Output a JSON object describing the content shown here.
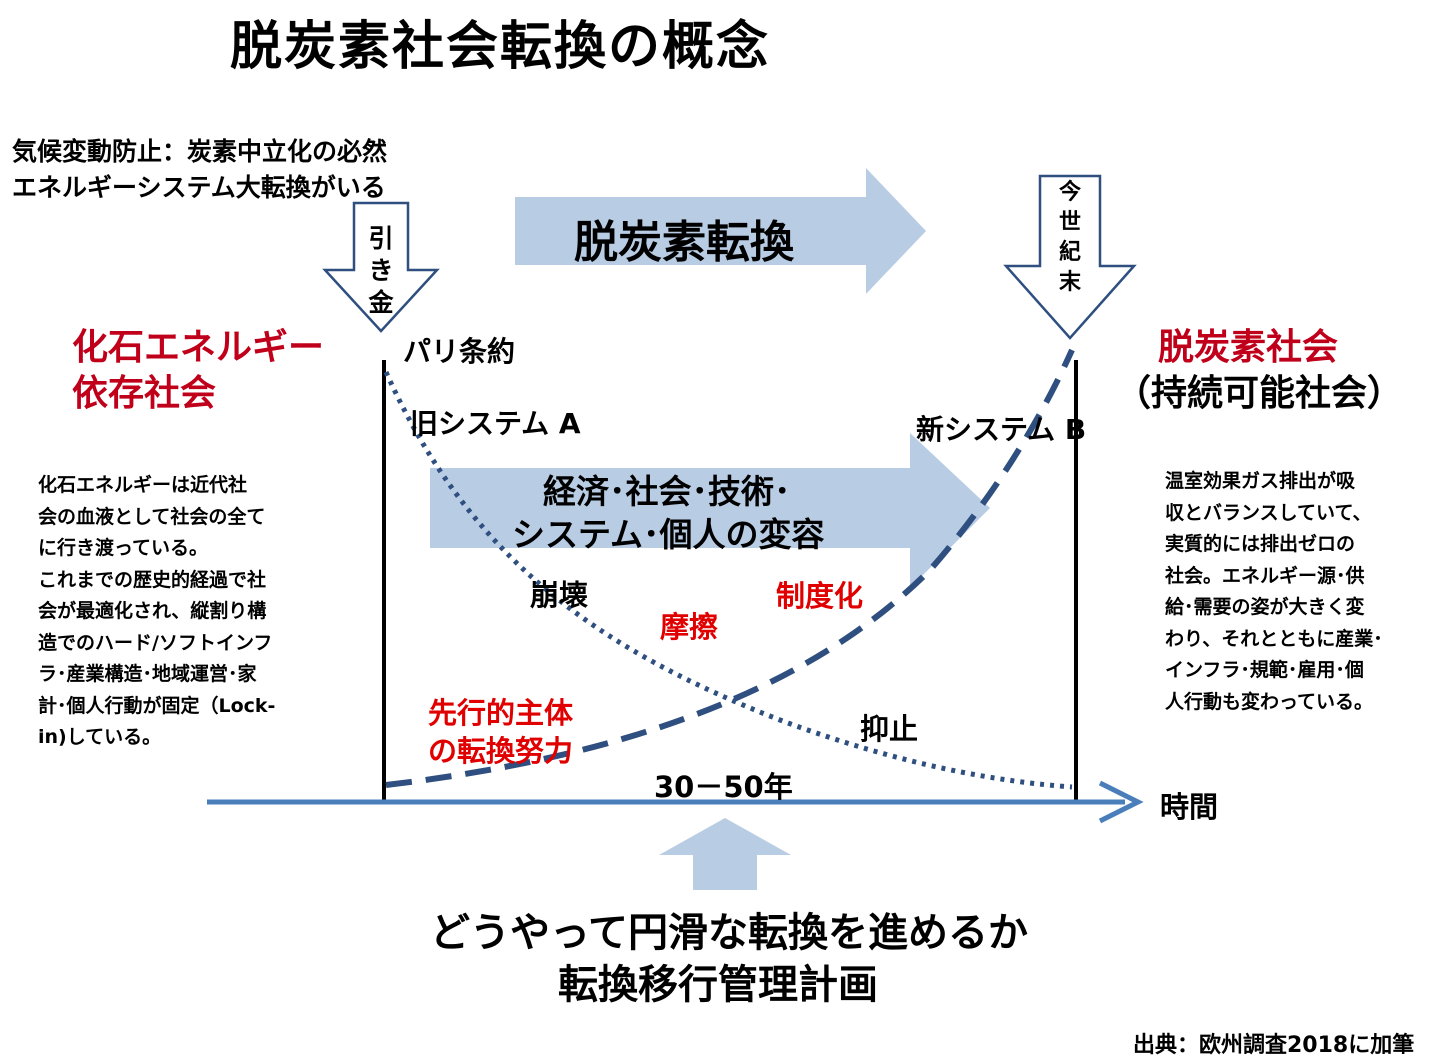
{
  "title": "脱炭素社会転換の概念",
  "intro": {
    "line1": "気候変動防止：炭素中立化の必然",
    "line2": "エネルギーシステム大転換がいる"
  },
  "trigger_arrow": [
    "引",
    "き",
    "金"
  ],
  "century_arrow": [
    "今",
    "世",
    "紀",
    "末"
  ],
  "top_arrow_label": "脱炭素転換",
  "left_society": {
    "line1": "化石エネルギー",
    "line2": "依存社会"
  },
  "right_society": {
    "line1": "脱炭素社会",
    "line2": "（持続可能社会）"
  },
  "paris": "パリ条約",
  "old_system": "旧システム A",
  "new_system": "新システム B",
  "mid_arrow": {
    "line1": "経済･社会･技術･",
    "line2": "システム･個人の変容"
  },
  "labels": {
    "collapse": "崩壊",
    "friction": "摩擦",
    "institutionalize": "制度化",
    "suppress": "抑止",
    "pioneer_line1": "先行的主体",
    "pioneer_line2": "の転換努力",
    "period": "30－50年",
    "time": "時間"
  },
  "left_desc": [
    "化石エネルギーは近代社",
    "会の血液として社会の全て",
    "に行き渡っている。",
    "これまでの歴史的経過で社",
    "会が最適化され、縦割り構",
    "造でのハード/ソフトインフ",
    "ラ･産業構造･地域運営･家",
    "計･個人行動が固定（Lock-",
    "in)している。"
  ],
  "right_desc": [
    "温室効果ガス排出が吸",
    "収とバランスしていて、",
    "実質的には排出ゼロの",
    "社会。エネルギー源･供",
    "給･需要の姿が大きく変",
    "わり、それとともに産業･",
    "インフラ･規範･雇用･個",
    "人行動も変わっている。"
  ],
  "bottom": {
    "line1": "どうやって円滑な転換を進めるか",
    "line2": "転換移行管理計画"
  },
  "source": "出典：欧州調査2018に加筆",
  "colors": {
    "light_arrow": "#b8cce4",
    "curve": "#2e4f7f",
    "time_axis": "#4a7ebb",
    "red_label": "#e00000",
    "dark_red_label": "#c0001a",
    "outline_arrow": "#2e4f7f"
  }
}
